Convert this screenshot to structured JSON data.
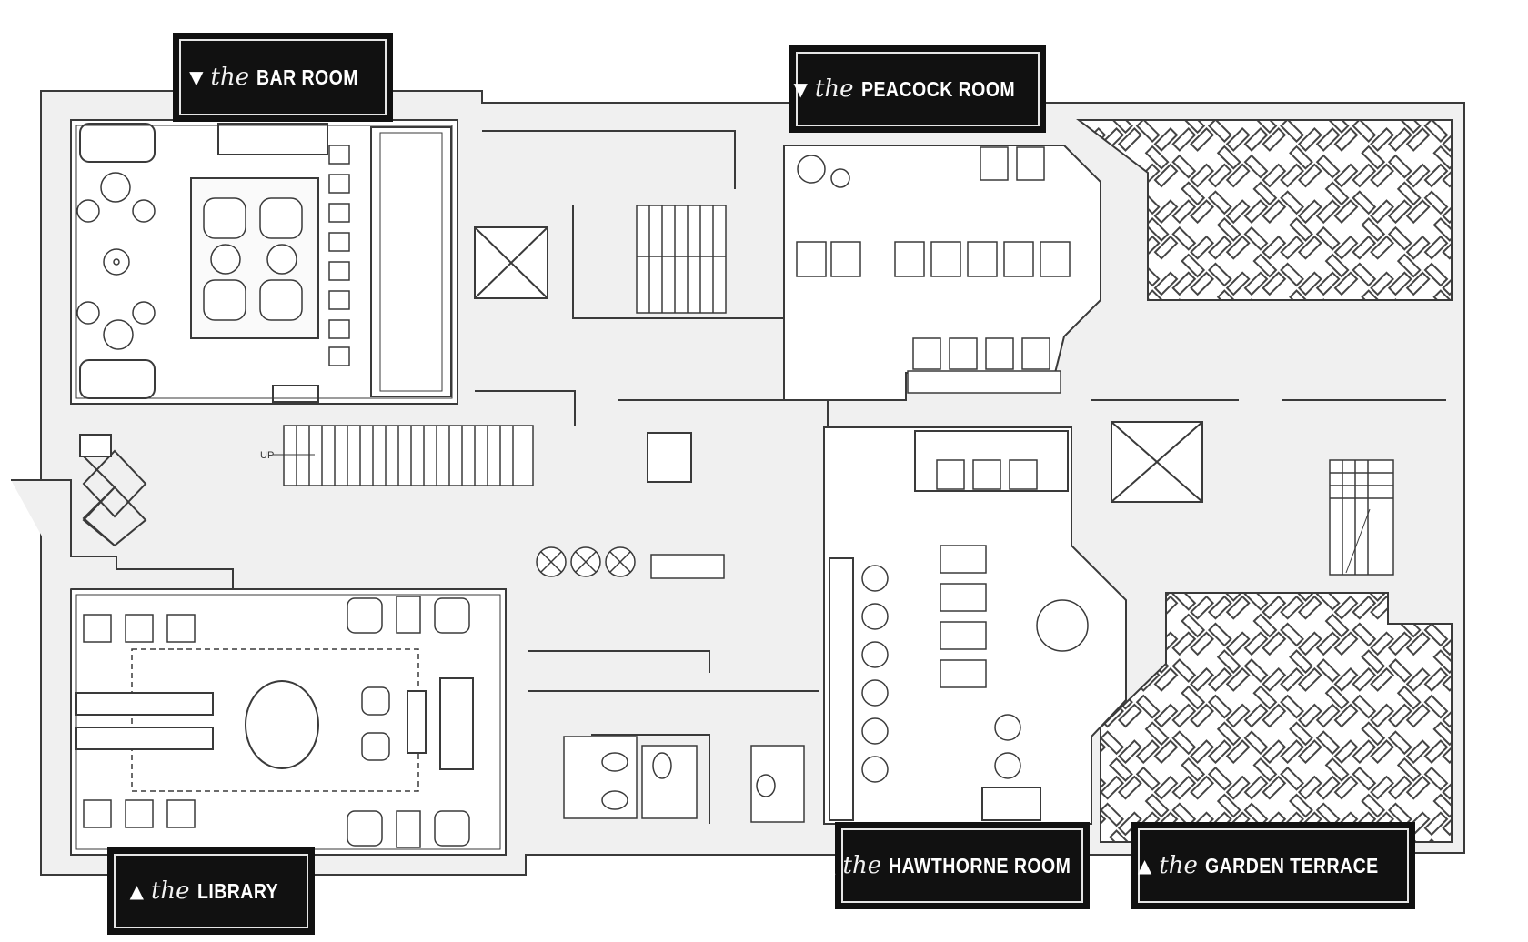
{
  "rooms": [
    {
      "id": "bar-room",
      "prefix": "the",
      "name": "BAR ROOM",
      "arrow": "▼"
    },
    {
      "id": "peacock-room",
      "prefix": "the",
      "name": "PEACOCK ROOM",
      "arrow": "▼"
    },
    {
      "id": "library",
      "prefix": "the",
      "name": "LIBRARY",
      "arrow": "▲"
    },
    {
      "id": "hawthorne-room",
      "prefix": "the",
      "name": "HAWTHORNE ROOM",
      "arrow": "▲"
    },
    {
      "id": "garden-terrace",
      "prefix": "the",
      "name": "GARDEN TERRACE",
      "arrow": "▲"
    }
  ],
  "stair_label": "UP",
  "colors": {
    "label_bg": "#111111",
    "wall": "#3a3a3a",
    "floor": "#efefef"
  }
}
